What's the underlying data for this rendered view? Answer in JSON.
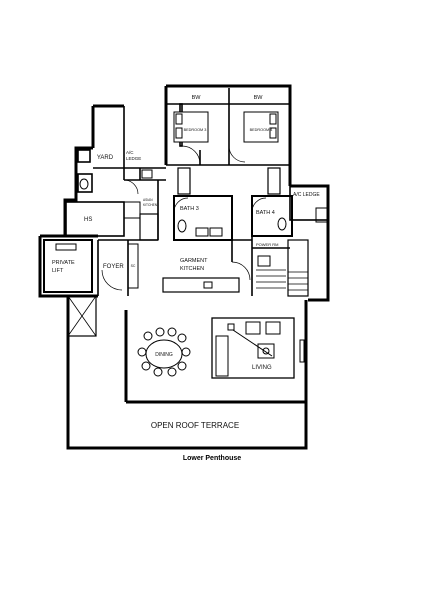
{
  "rooms": {
    "bw_left": "BW",
    "bw_right": "BW",
    "bedroom3": "BEDROOM 3",
    "bedroom4": "BEDROOM 4",
    "yard": "YARD",
    "ac_ledge_left": "A/C",
    "ac_ledge_left2": "LEDGE",
    "asian_kitchen": "ASIAN",
    "asian_kitchen2": "KITCHEN",
    "bath3": "BATH 3",
    "bath4": "BATH 4",
    "ac_ledge_right": "A/C LEDGE",
    "hs": "HS",
    "power_rm": "POWER RM",
    "private_lift": "PRIVATE",
    "private_lift2": "LIFT",
    "foyer": "FOYER",
    "sc": "SC",
    "garment_kitchen": "GARMENT",
    "garment_kitchen2": "KITCHEN",
    "dining": "DINING",
    "living": "LIVING",
    "open_roof_terrace": "OPEN ROOF TERRACE"
  },
  "caption": "Lower Penthouse"
}
